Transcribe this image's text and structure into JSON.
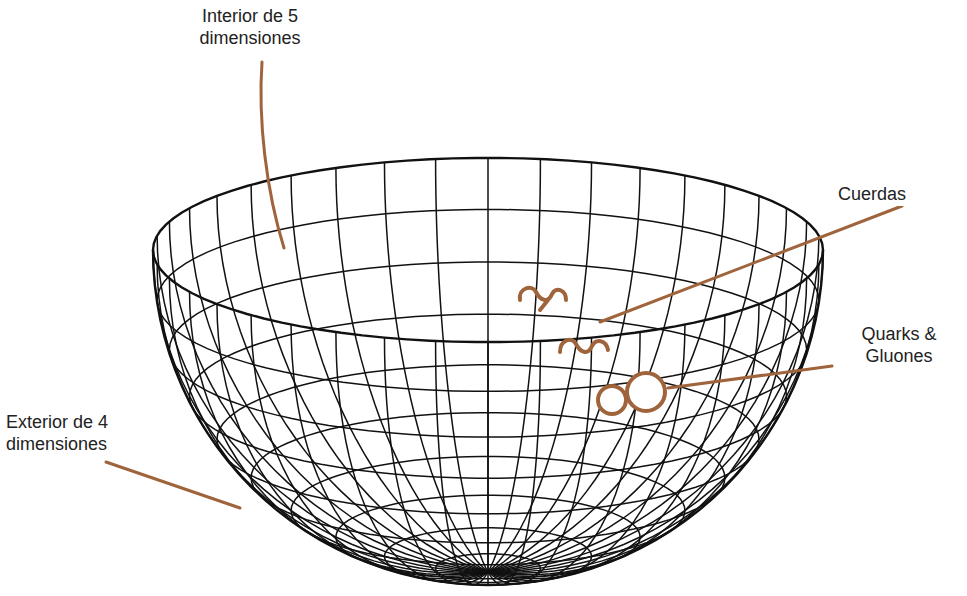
{
  "diagram": {
    "labels": [
      "Interior de 5 dimensiones",
      "Cuerdas",
      "Quarks & Gluones",
      "Exterior de 4 dimensiones"
    ]
  }
}
